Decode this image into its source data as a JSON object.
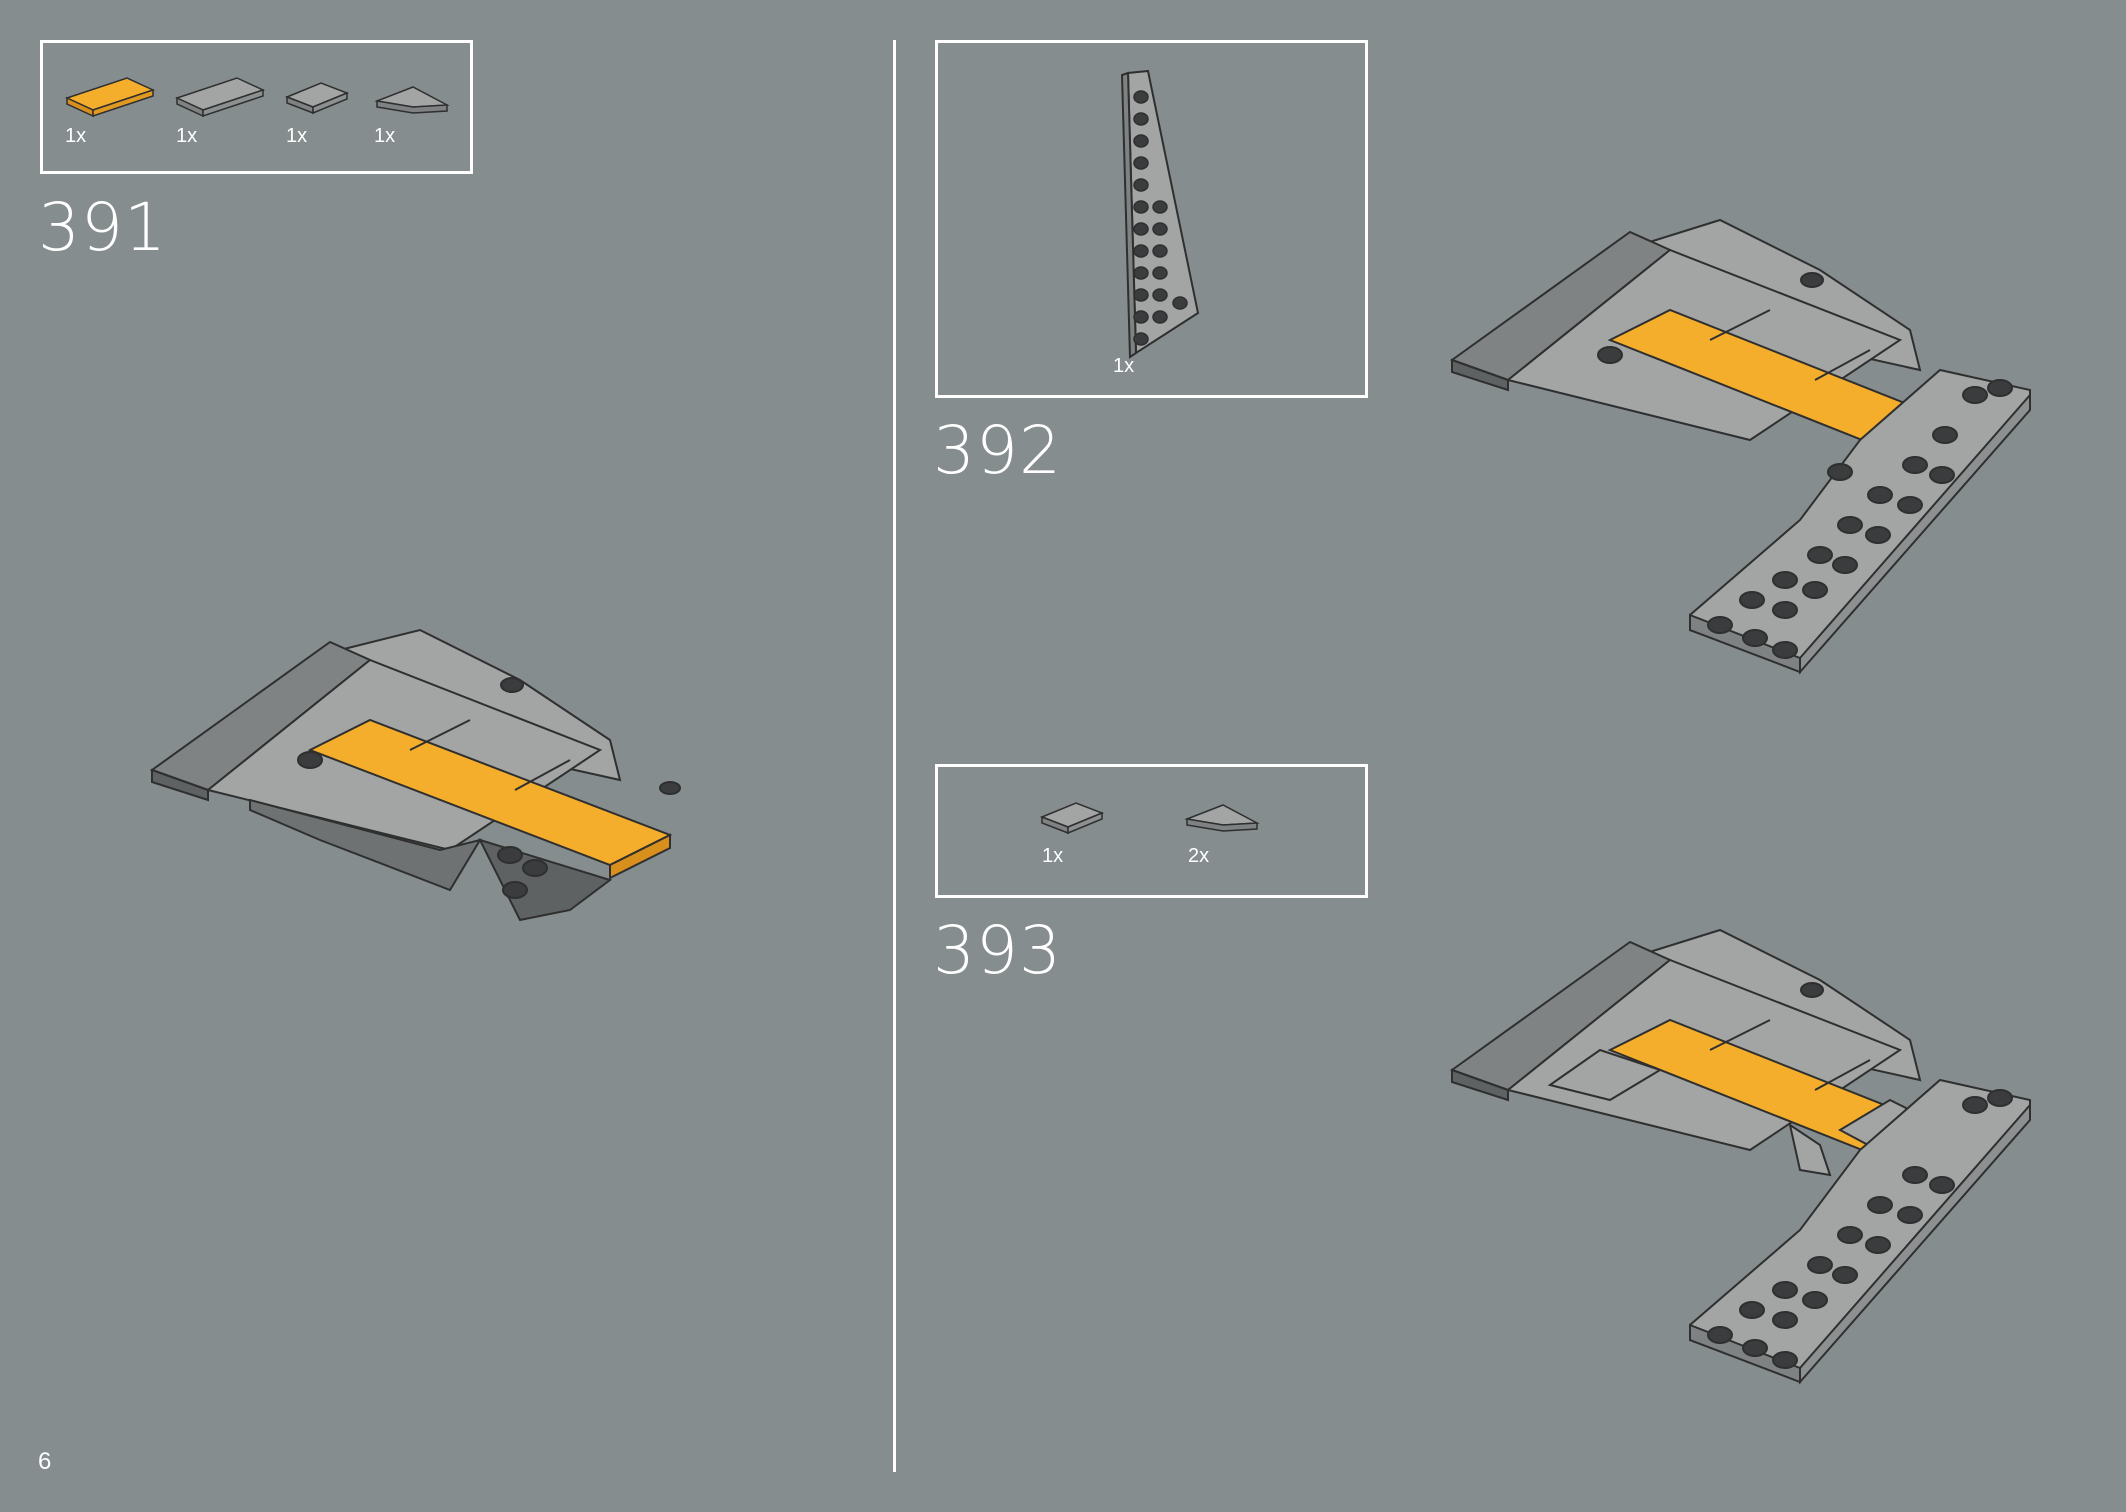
{
  "page_number": "6",
  "colors": {
    "background": "#858d8f",
    "light_gray": "#a3a5a5",
    "dark_gray": "#5f6263",
    "yellow": "#f5ad2c",
    "outline": "#2f2f2f"
  },
  "steps": [
    {
      "number": "391",
      "parts": [
        {
          "icon": "yellow-tile-1x4-icon",
          "qty": "1x"
        },
        {
          "icon": "gray-tile-1x4-icon",
          "qty": "1x"
        },
        {
          "icon": "gray-tile-1x2-icon",
          "qty": "1x"
        },
        {
          "icon": "gray-wedge-tile-icon",
          "qty": "1x"
        }
      ]
    },
    {
      "number": "392",
      "parts": [
        {
          "icon": "gray-wedge-plate-icon",
          "qty": "1x"
        }
      ]
    },
    {
      "number": "393",
      "parts": [
        {
          "icon": "gray-tile-1x2-icon",
          "qty": "1x"
        },
        {
          "icon": "gray-wedge-tile-icon",
          "qty": "2x"
        }
      ]
    }
  ]
}
